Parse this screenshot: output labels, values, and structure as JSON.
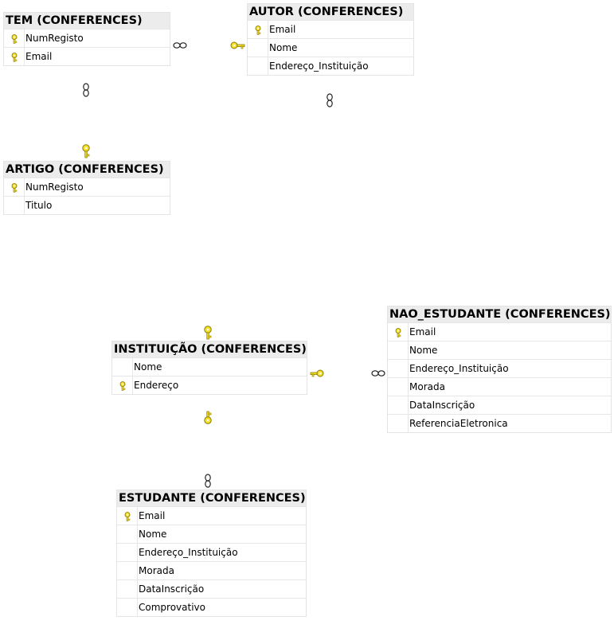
{
  "tables": {
    "tem": {
      "title": "TEM (CONFERENCES)",
      "columns": [
        {
          "name": "NumRegisto",
          "key": true
        },
        {
          "name": "Email",
          "key": true
        }
      ]
    },
    "autor": {
      "title": "AUTOR (CONFERENCES)",
      "columns": [
        {
          "name": "Email",
          "key": true
        },
        {
          "name": "Nome",
          "key": false
        },
        {
          "name": "Endereço_Instituição",
          "key": false
        }
      ]
    },
    "artigo": {
      "title": "ARTIGO (CONFERENCES)",
      "columns": [
        {
          "name": "NumRegisto",
          "key": true
        },
        {
          "name": "Titulo",
          "key": false
        }
      ]
    },
    "instituicao": {
      "title": "INSTITUIÇÃO (CONFERENCES)",
      "columns": [
        {
          "name": "Nome",
          "key": false
        },
        {
          "name": "Endereço",
          "key": true
        }
      ]
    },
    "nao_estudante": {
      "title": "NAO_ESTUDANTE (CONFERENCES)",
      "columns": [
        {
          "name": "Email",
          "key": true
        },
        {
          "name": "Nome",
          "key": false
        },
        {
          "name": "Endereço_Instituição",
          "key": false
        },
        {
          "name": "Morada",
          "key": false
        },
        {
          "name": "DataInscrição",
          "key": false
        },
        {
          "name": "ReferenciaEletronica",
          "key": false
        }
      ]
    },
    "estudante": {
      "title": "ESTUDANTE (CONFERENCES)",
      "columns": [
        {
          "name": "Email",
          "key": true
        },
        {
          "name": "Nome",
          "key": false
        },
        {
          "name": "Endereço_Instituição",
          "key": false
        },
        {
          "name": "Morada",
          "key": false
        },
        {
          "name": "DataInscrição",
          "key": false
        },
        {
          "name": "Comprovativo",
          "key": false
        }
      ]
    }
  },
  "colors": {
    "key_fill": "#f5e12a",
    "key_stroke": "#8a7a00",
    "header_bg": "#ececec",
    "border": "#e4e4e4"
  }
}
